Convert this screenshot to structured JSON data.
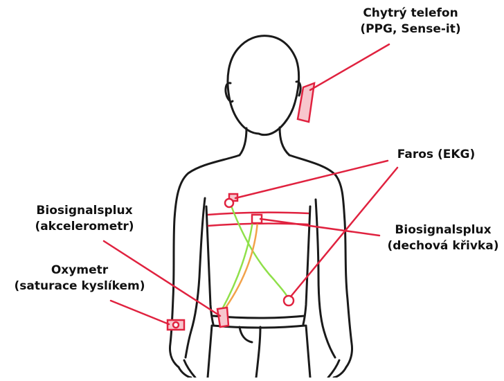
{
  "labels": {
    "phone": {
      "line1": "Chytrý telefon",
      "line2": "(PPG, Sense-it)"
    },
    "faros": {
      "line1": "Faros (EKG)"
    },
    "accelerometer": {
      "line1": "Biosignalsplux",
      "line2": "(akcelerometr)"
    },
    "respiration": {
      "line1": "Biosignalsplux",
      "line2": "(dechová křivka)"
    },
    "oximeter": {
      "line1": "Oxymetr",
      "line2": "(saturace kyslíkem)"
    }
  },
  "colors": {
    "sketch": "#1a1a1a",
    "device": "#e0223f",
    "device_fill": "#f7c6cd",
    "ecg_cable": "#8fe04a",
    "accel_cable": "#f2a24a",
    "text": "#111111"
  }
}
